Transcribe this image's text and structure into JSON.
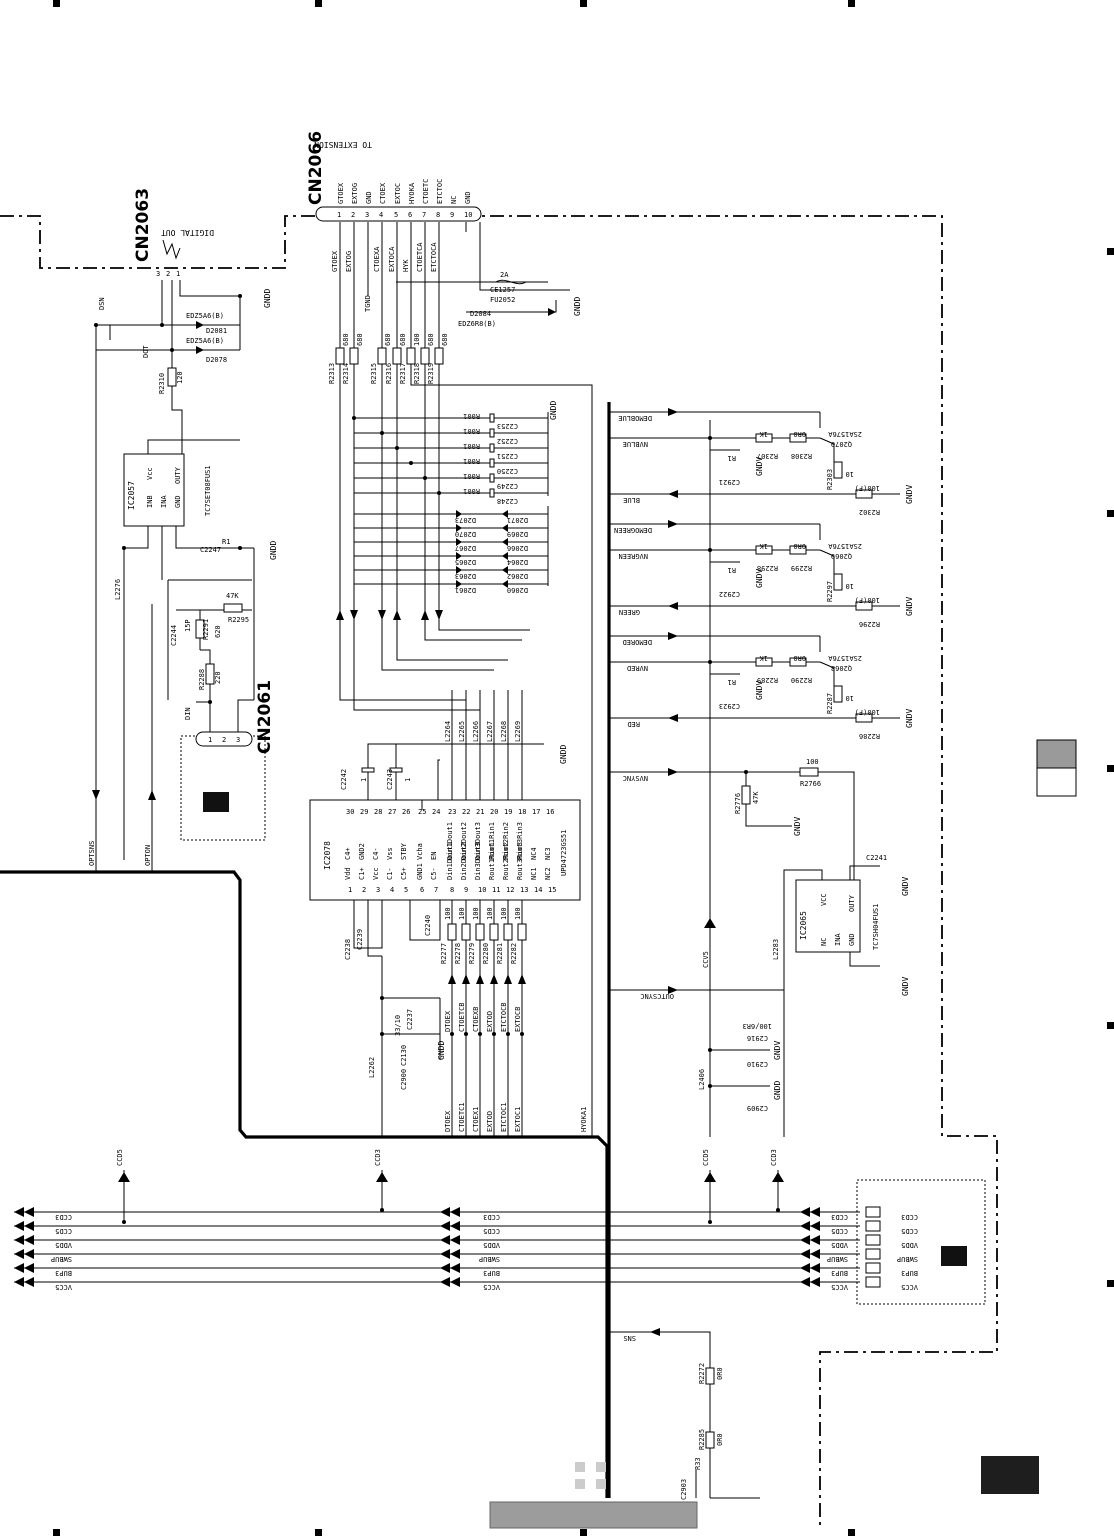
{
  "connectors": {
    "cn2066": {
      "ref": "CN2066",
      "caption": "TO EXTENSION",
      "pins": [
        "1",
        "2",
        "3",
        "4",
        "5",
        "6",
        "7",
        "8",
        "9",
        "10"
      ],
      "signals": [
        "GTOEX",
        "EXTOG",
        "GND",
        "CTOEX",
        "EXTOC",
        "HYOKA",
        "CTOETC",
        "ETCTOC",
        "NC",
        "GND"
      ],
      "nets": [
        "GTOEX",
        "EXTOG",
        "CTOEXA",
        "EXTOCA",
        "HYK",
        "CTOETCA",
        "ETCTOCA"
      ]
    },
    "cn2063": {
      "ref": "CN2063",
      "caption": "DIGITAL OUT",
      "pins": [
        "3",
        "2",
        "1"
      ]
    },
    "cn2061": {
      "ref": "CN2061",
      "pins": [
        "1",
        "2",
        "3"
      ]
    }
  },
  "ics": {
    "ic2078": {
      "ref": "IC2078",
      "part": "UPD4723GS51",
      "top_pins": [
        "30",
        "29",
        "28",
        "27",
        "26",
        "25",
        "24",
        "23",
        "22",
        "21",
        "20",
        "19",
        "18",
        "17",
        "16"
      ],
      "top_names": [
        "C4+",
        "GND2",
        "C4-",
        "Vss",
        "STBY",
        "Vcha",
        "EN",
        "Din1Dout1",
        "Din2Dout2",
        "Din3Dout3",
        "Rout1Rin1",
        "Rout2Rin2",
        "Rout3Rin3",
        "NC4",
        "NC3"
      ],
      "bot_pins": [
        "1",
        "2",
        "3",
        "4",
        "5",
        "6",
        "7",
        "8",
        "9",
        "10",
        "11",
        "12",
        "13",
        "14",
        "15"
      ],
      "bot_names": [
        "Vdd",
        "C1+",
        "Vcc",
        "C1-",
        "C5+",
        "GND1",
        "C5-",
        "Din1Dout1",
        "Din2Dout2",
        "Din3Dout3",
        "Rout1Rin1",
        "Rout2Rin2",
        "Rout3Rin3",
        "NC1",
        "NC2"
      ]
    },
    "ic2057": {
      "ref": "IC2057",
      "part": "TC7SET08FUS1",
      "names": [
        "INB",
        "INA",
        "GND",
        "Vcc",
        "OUTY"
      ],
      "pins": [
        "1",
        "2",
        "3",
        "4",
        "5"
      ]
    },
    "ic2065": {
      "ref": "IC2065",
      "part": "TC7SH04FUS1",
      "names": [
        "NC",
        "INA",
        "GND",
        "VCC",
        "OUTY"
      ],
      "pins": [
        "1",
        "2",
        "3",
        "4",
        "5"
      ]
    }
  },
  "resistors_top": [
    {
      "ref": "R2313",
      "value": "680"
    },
    {
      "ref": "R2314",
      "value": "680"
    },
    {
      "ref": "R2315",
      "value": "680"
    },
    {
      "ref": "R2316",
      "value": "680"
    },
    {
      "ref": "R2317",
      "value": "100"
    },
    {
      "ref": "R2318",
      "value": "680"
    },
    {
      "ref": "R2319",
      "value": "680"
    }
  ],
  "caps_r001": [
    {
      "ref": "C2253",
      "value": "R001"
    },
    {
      "ref": "C2252",
      "value": "R001"
    },
    {
      "ref": "C2251",
      "value": "R001"
    },
    {
      "ref": "C2250",
      "value": "R001"
    },
    {
      "ref": "C2249",
      "value": "R001"
    },
    {
      "ref": "C2248",
      "value": "R001"
    }
  ],
  "diodes_mid": [
    "D2073",
    "D2071",
    "D2070",
    "D2069",
    "D2067",
    "D2066",
    "D2065",
    "D2064",
    "D2063",
    "D2062",
    "D2061",
    "D2060"
  ],
  "coils_top": [
    "L2264",
    "L2265",
    "L2266",
    "L2267",
    "L2268",
    "L2269"
  ],
  "resistors_bot": [
    {
      "ref": "R2277",
      "value": "100"
    },
    {
      "ref": "R2278",
      "value": "100"
    },
    {
      "ref": "R2279",
      "value": "100"
    },
    {
      "ref": "R2280",
      "value": "100"
    },
    {
      "ref": "R2281",
      "value": "100"
    },
    {
      "ref": "R2282",
      "value": "100"
    }
  ],
  "ic_caps": {
    "c2242": "C2242",
    "c2243": "C2243",
    "c2238": "C2238",
    "c2239": "C2239",
    "c2240": "C2240",
    "one": "1"
  },
  "bottom_mid_nets": [
    "DTOEX",
    "CTOETCB",
    "CTOEXB",
    "EXTOD",
    "ETCTOCB",
    "EXTOCB"
  ],
  "bottom_out_nets": [
    "DTOEX",
    "CTOETC1",
    "CTOEX1",
    "EXTOD",
    "ETCTOC1",
    "EXTOC1"
  ],
  "hyoka": "HYOKA1",
  "left_parts": {
    "d2081": "D2081",
    "d2078": "D2078",
    "ed": "EDZ5A6(B)",
    "dsn": "DSN",
    "dot": "DOT",
    "r2310": "R2310",
    "r2310v": "120",
    "c2247": "C2247",
    "r1": "R1",
    "l2276": "L2276",
    "c2244": "C2244",
    "c2244v": "15P",
    "r2291": "R2291",
    "r2291v": "620",
    "r2295": "R2295",
    "r2295v": "47K",
    "r2288": "R2288",
    "r2288v": "220",
    "din": "DIN",
    "optsns": "OPTSNS",
    "opton": "OPTON"
  },
  "fuse": {
    "ref": "FU2052",
    "part": "CE1257",
    "value": "2A",
    "diode": "D2084",
    "diode_part": "EDZ6R8(B)",
    "tgnd": "TGND"
  },
  "power_caps": {
    "c2237": "C2237",
    "c2237v": "33/10",
    "c2130": "C2130",
    "c2900": "C2900",
    "l2262": "L2262"
  },
  "video_channels": [
    {
      "demo": "DEMOBLUE",
      "nv": "NVBLUE",
      "out": "BLUE",
      "q": "Q2070",
      "qp": "2SA1576A",
      "ra": "R2307",
      "rav": "1K",
      "rb": "R2308",
      "rbv": "0R0",
      "rc": "R2303",
      "rcv": "10",
      "rd": "R2302",
      "rdv": "100(F)",
      "cap": "C2921",
      "capv": "R1"
    },
    {
      "demo": "DEMOGREEN",
      "nv": "NVGREEN",
      "out": "GREEN",
      "q": "Q2069",
      "qp": "2SA1576A",
      "ra": "R2298",
      "rav": "1K",
      "rb": "R2299",
      "rbv": "0R0",
      "rc": "R2297",
      "rcv": "10",
      "rd": "R2296",
      "rdv": "100(F)",
      "cap": "C2922",
      "capv": "R1"
    },
    {
      "demo": "DEMORED",
      "nv": "NVRED",
      "out": "RED",
      "q": "Q2068",
      "qp": "2SA1576A",
      "ra": "R2289",
      "rav": "1K",
      "rb": "R2290",
      "rbv": "0R0",
      "rc": "R2287",
      "rcv": "10",
      "rd": "R2286",
      "rdv": "100(F)",
      "cap": "C2923",
      "capv": "R1"
    }
  ],
  "sync": {
    "nvsync": "NVSYNC",
    "r2766": "R2766",
    "r2766v": "100",
    "r2776": "R2776",
    "r2776v": "47K",
    "outcsync": "OUTCSYNC",
    "c2241": "C2241",
    "l2283": "L2283",
    "ccv5": "CCV5"
  },
  "right_caps": {
    "c2916": "C2916",
    "c2916v": "100/6R3",
    "c2910": "C2910",
    "c2909": "C2909",
    "l2406": "L2406"
  },
  "sns": {
    "net": "SNS",
    "r2272": "R2272",
    "r2272v": "0R0",
    "r2285": "R2285",
    "r2285v": "0R0",
    "c2903": "C2903",
    "c2903v": "R33"
  },
  "grounds": {
    "gndd": "GNDD",
    "gndv": "GNDV"
  },
  "supply_taps": [
    "CCD5",
    "CCD3",
    "CCD5",
    "CCD3"
  ],
  "buses": [
    "CCD3",
    "CCD5",
    "VDD5",
    "SWBUP",
    "BUP3",
    "VCC5"
  ]
}
